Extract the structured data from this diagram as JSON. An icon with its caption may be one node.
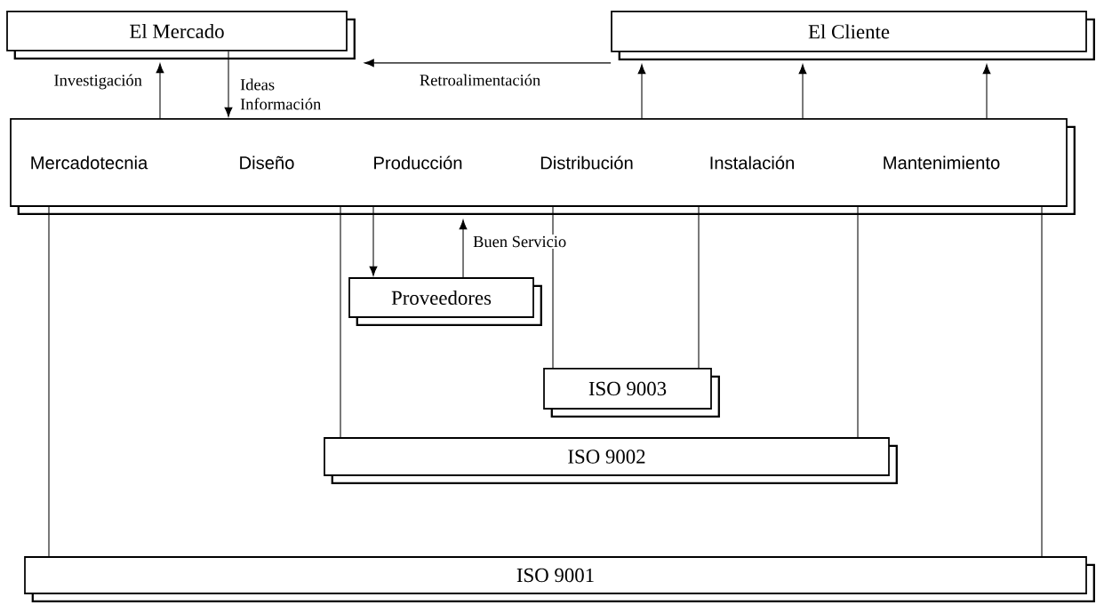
{
  "diagram": {
    "nodes": [
      {
        "text": [
          "El Mercado"
        ]
      },
      {
        "text": [
          "El Cliente"
        ]
      },
      {
        "text": [],
        "shape": "box"
      },
      {
        "text": [
          "Mercadotecnia"
        ],
        "in": 2
      },
      {
        "text": [
          "Diseño"
        ],
        "in": 2
      },
      {
        "text": [
          "Producción"
        ],
        "in": 2
      },
      {
        "text": [
          "Distribución"
        ],
        "in": 2
      },
      {
        "text": [
          "Instalación"
        ],
        "in": 2
      },
      {
        "text": [
          "Mantenimiento"
        ],
        "in": 2
      },
      {
        "text": [
          "Proveedores"
        ]
      },
      {
        "text": [
          "ISO 9003"
        ]
      },
      {
        "text": [
          "ISO 9002"
        ]
      },
      {
        "text": [
          "ISO 9001"
        ]
      }
    ],
    "edges": [
      {
        "from": 2,
        "to": 0,
        "arrow": "to",
        "label": "Investigación"
      },
      {
        "from": 0,
        "to": 2,
        "arrow": "to",
        "label": "Ideas Información"
      },
      {
        "from": 1,
        "to": 0,
        "arrow": "to",
        "label": "Retroalimentación"
      },
      {
        "from": 2,
        "to": 1,
        "arrow": "to"
      },
      {
        "from": 2,
        "to": 1,
        "arrow": "to"
      },
      {
        "from": 2,
        "to": 1,
        "arrow": "to"
      },
      {
        "from": 2,
        "to": 9,
        "arrow": "to"
      },
      {
        "from": 9,
        "to": 2,
        "arrow": "to",
        "label": "Buen Servicio"
      },
      {
        "from": 2,
        "to": 10,
        "arrow": "none"
      },
      {
        "from": 2,
        "to": 10,
        "arrow": "none"
      },
      {
        "from": 2,
        "to": 11,
        "arrow": "none"
      },
      {
        "from": 2,
        "to": 11,
        "arrow": "none"
      },
      {
        "from": 2,
        "to": 12,
        "arrow": "none"
      },
      {
        "from": 2,
        "to": 12,
        "arrow": "none"
      }
    ]
  }
}
